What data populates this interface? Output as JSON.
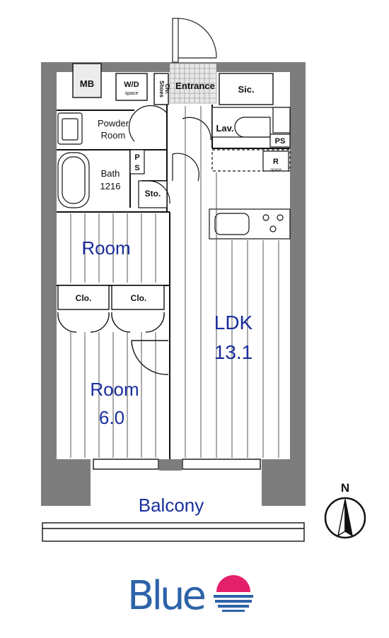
{
  "rooms": {
    "mb": "MB",
    "wd": "W/D",
    "wd_sub": "space",
    "shoes": "Shoes",
    "shoes2": "Clo.",
    "entrance": "Entrance",
    "sic": "Sic.",
    "powder1": "Powder",
    "powder2": "Room",
    "lav": "Lav.",
    "ps1": "PS",
    "ps2": "P",
    "ps2b": "S",
    "r": "R",
    "r_sub": "space",
    "bath": "Bath",
    "bath_size": "1216",
    "sto": "Sto.",
    "room_top": "Room",
    "clo1": "Clo.",
    "clo2": "Clo.",
    "ldk": "LDK",
    "ldk_size": "13.1",
    "room_bottom": "Room",
    "room_bottom_size": "6.0",
    "balcony": "Balcony"
  },
  "compass": {
    "label": "N"
  },
  "brand": {
    "name": "Blue"
  },
  "colors": {
    "wall": "#7d7d7d",
    "label_blue": "#1a2e9c",
    "brand_blue": "#2d63a8"
  }
}
